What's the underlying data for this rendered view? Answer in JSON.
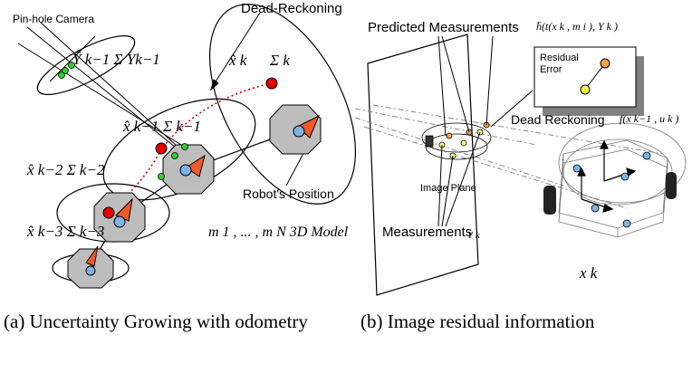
{
  "panel_a": {
    "labels": {
      "pinhole": "Pin-hole Camera",
      "dead_reckoning": "Dead-Reckoning",
      "robot_position": "Robot's Position",
      "y_hat": "Ŷ k−1  Σ Yk−1",
      "xk": "x̂ k",
      "sigma_k": "Σ k",
      "xk1": "x̂ k−1",
      "sigma_k1": "Σ k−1",
      "xk2": "x̂ k−2  Σ k−2",
      "xk3": "x̂ k−3  Σ k−3",
      "model": "m 1 , ... , m N 3D Model"
    },
    "caption": "(a) Uncertainty Growing with odometry"
  },
  "panel_b": {
    "labels": {
      "predicted": "Predicted Measurements",
      "predicted_formula": "h̄(t(x k , m i ), Y k )",
      "residual": "Residual Error",
      "dead_reckoning": "Dead Reckoning",
      "dead_formula": "f(x k−1 , u k )",
      "image_plane": "Image Plane",
      "measurements": "Measurements",
      "yk": "Y k",
      "xk": "x k"
    },
    "caption": "(b) Image residual information"
  },
  "colors": {
    "robot_fill": "#bdbdbd",
    "camera_orange": "#f05a28",
    "blue_dot": "#7fb2e5",
    "red_dot": "#e00000",
    "green_dot": "#33cc33",
    "yellow_dot": "#ffff44",
    "orange_dot": "#f8a050"
  }
}
